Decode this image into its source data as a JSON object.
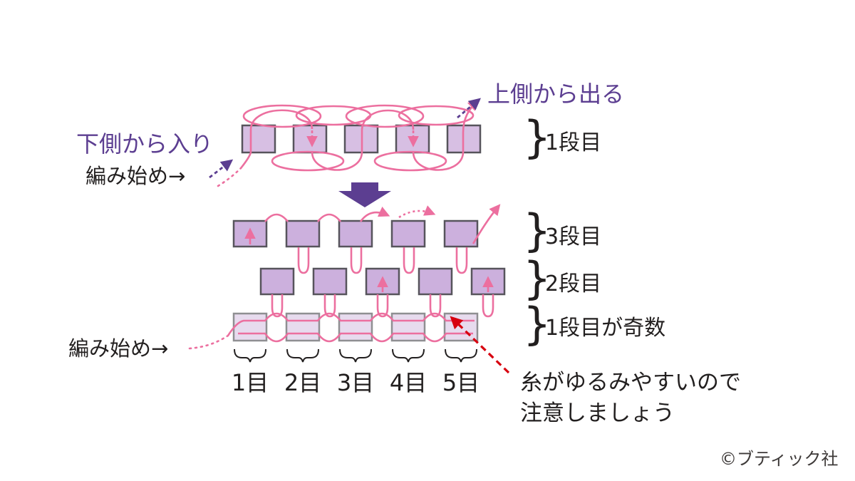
{
  "diagram": {
    "labels": {
      "exit_top": "上側から出る",
      "enter_bottom": "下側から入り",
      "weave_start_top": "編み始め→",
      "weave_start_bottom": "編み始め→",
      "row_top": "1段目",
      "row_3": "3段目",
      "row_2": "2段目",
      "row_1_odd": "1段目が奇数",
      "warning_line1": "糸がゆるみやすいので",
      "warning_line2": "注意しましょう"
    },
    "stitches": [
      "1目",
      "2目",
      "3目",
      "4目",
      "5目"
    ],
    "copyright": "©ブティック社",
    "glyphs": {
      "brace": "}"
    },
    "colors": {
      "thread": "#ec6f9f",
      "purple": "#5c3e91",
      "text": "#221f1f",
      "warning_red": "#d7000f",
      "bead_fill_top": "#d7bfe3",
      "bead_fill_mid": "#ccb0dd",
      "bead_fill_light": "#e7dbee",
      "bead_border": "#57545c",
      "bead_border_light": "#8f8f92",
      "copyright_gray": "#3e3a39",
      "background": "#ffffff"
    }
  }
}
